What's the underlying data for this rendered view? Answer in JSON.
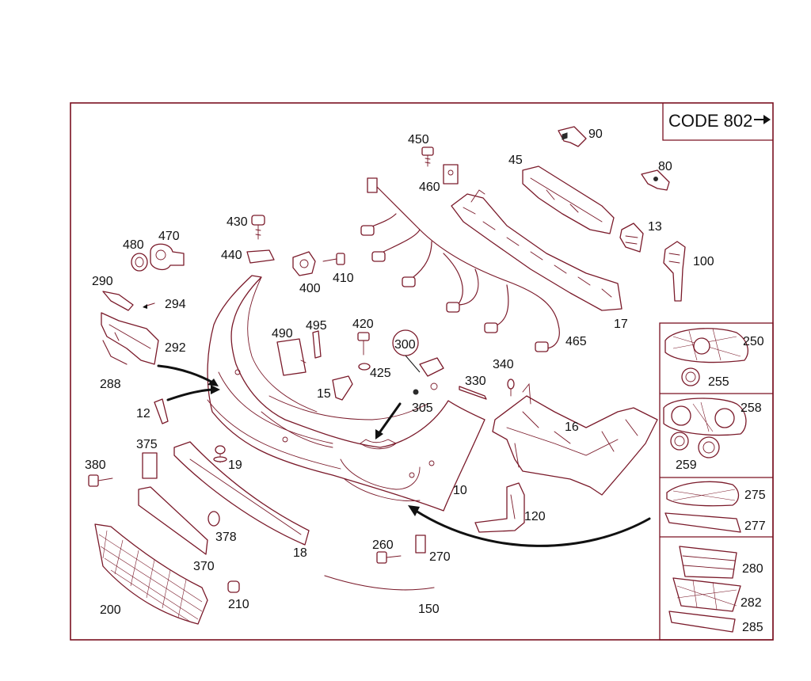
{
  "code_label": "CODE 802",
  "labels": {
    "p10": "10",
    "p12": "12",
    "p13": "13",
    "p15": "15",
    "p16": "16",
    "p17": "17",
    "p18": "18",
    "p19": "19",
    "p45": "45",
    "p80": "80",
    "p90": "90",
    "p100": "100",
    "p120": "120",
    "p150": "150",
    "p200": "200",
    "p210": "210",
    "p250": "250",
    "p255": "255",
    "p258": "258",
    "p259": "259",
    "p260": "260",
    "p270": "270",
    "p275": "275",
    "p277": "277",
    "p280": "280",
    "p282": "282",
    "p285": "285",
    "p288": "288",
    "p290": "290",
    "p292": "292",
    "p294": "294",
    "p300": "300",
    "p305": "305",
    "p330": "330",
    "p340": "340",
    "p370": "370",
    "p375": "375",
    "p378": "378",
    "p380": "380",
    "p400": "400",
    "p410": "410",
    "p420": "420",
    "p425": "425",
    "p430": "430",
    "p440": "440",
    "p450": "450",
    "p460": "460",
    "p465": "465",
    "p470": "470",
    "p480": "480",
    "p490": "490",
    "p495": "495"
  },
  "colors": {
    "line": "#7a1a2a",
    "frame": "#7a1020",
    "text": "#111111"
  }
}
